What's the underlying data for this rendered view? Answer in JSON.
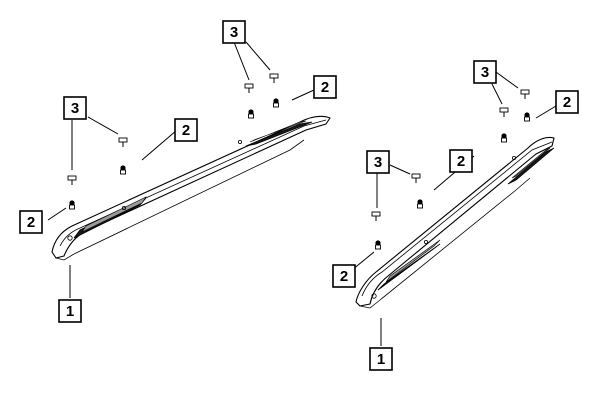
{
  "callouts": [
    {
      "id": "left-1",
      "label": "1"
    },
    {
      "id": "left-2a",
      "label": "2"
    },
    {
      "id": "left-2b",
      "label": "2"
    },
    {
      "id": "left-2c",
      "label": "2"
    },
    {
      "id": "left-3a",
      "label": "3"
    },
    {
      "id": "left-3b",
      "label": "3"
    },
    {
      "id": "right-1",
      "label": "1"
    },
    {
      "id": "right-2a",
      "label": "2"
    },
    {
      "id": "right-2b",
      "label": "2"
    },
    {
      "id": "right-2c",
      "label": "2"
    },
    {
      "id": "right-3a",
      "label": "3"
    },
    {
      "id": "right-3b",
      "label": "3"
    }
  ]
}
